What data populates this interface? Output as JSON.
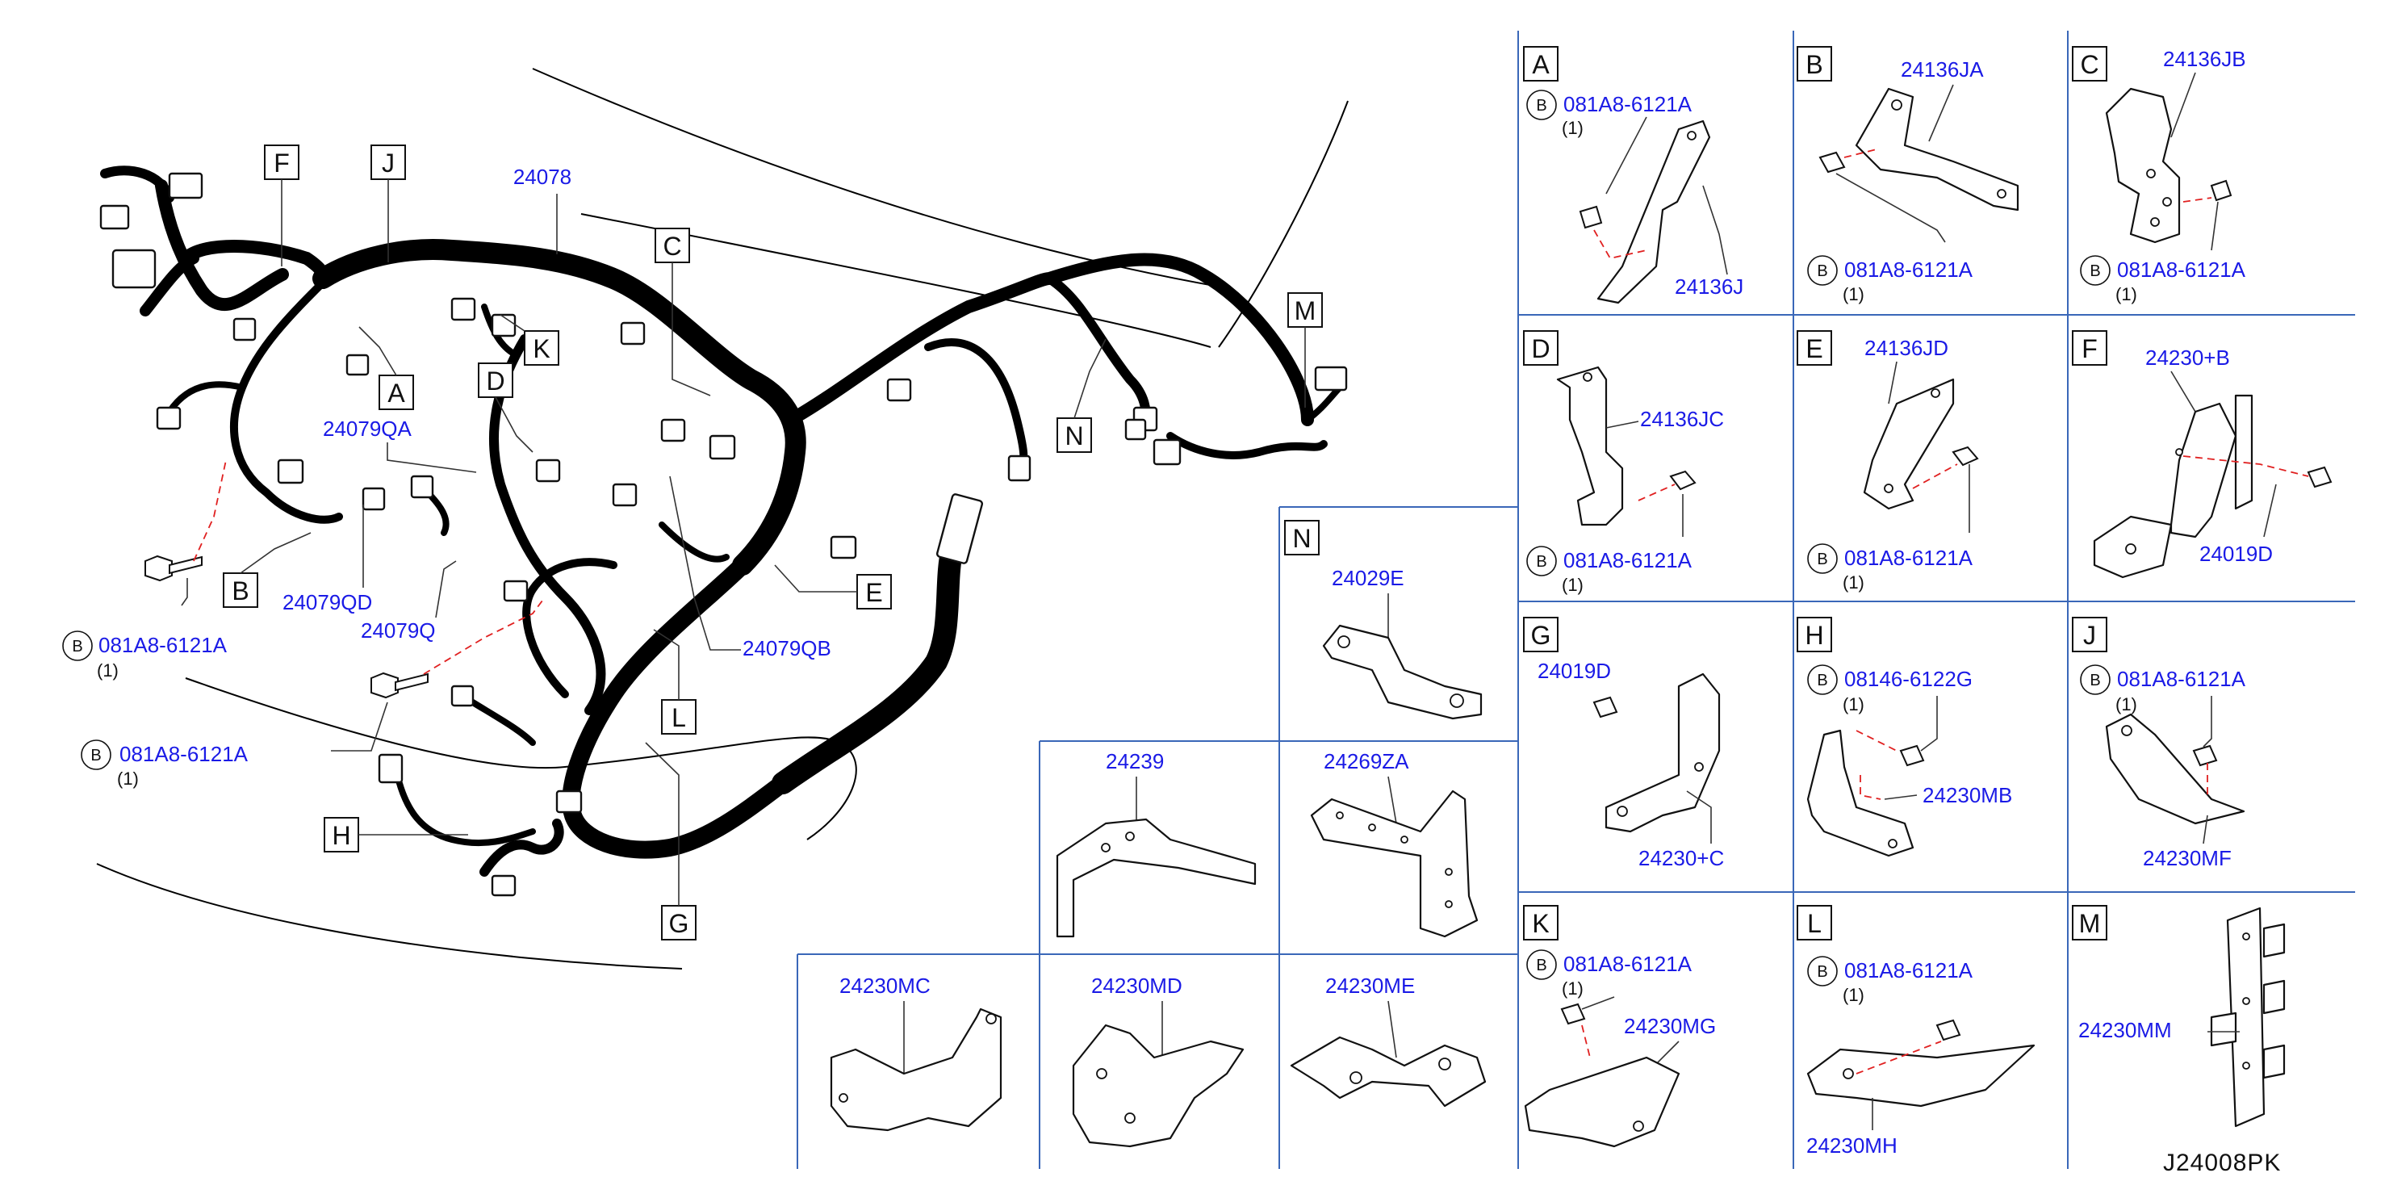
{
  "reference_code": "J24008PK",
  "main_view": {
    "callout_boxes": [
      "F",
      "J",
      "C",
      "A",
      "K",
      "D",
      "B",
      "E",
      "L",
      "H",
      "G",
      "M",
      "N"
    ],
    "part_labels": {
      "main_harness": "24078",
      "p_24079QA": "24079QA",
      "p_24079QD": "24079QD",
      "p_24079Q": "24079Q",
      "p_24079QB": "24079QB"
    },
    "bolts": [
      {
        "circle": "B",
        "part": "081A8-6121A",
        "qty": "(1)"
      },
      {
        "circle": "B",
        "part": "081A8-6121A",
        "qty": "(1)"
      }
    ]
  },
  "detail_cells": [
    {
      "letter": "A",
      "labels": [
        "081A8-6121A",
        "24136J"
      ],
      "bolt_circle": "B",
      "qty": "(1)"
    },
    {
      "letter": "B",
      "labels": [
        "24136JA",
        "081A8-6121A"
      ],
      "bolt_circle": "B",
      "qty": "(1)"
    },
    {
      "letter": "C",
      "labels": [
        "24136JB",
        "081A8-6121A"
      ],
      "bolt_circle": "B",
      "qty": "(1)"
    },
    {
      "letter": "D",
      "labels": [
        "24136JC",
        "081A8-6121A"
      ],
      "bolt_circle": "B",
      "qty": "(1)"
    },
    {
      "letter": "E",
      "labels": [
        "24136JD",
        "081A8-6121A"
      ],
      "bolt_circle": "B",
      "qty": "(1)"
    },
    {
      "letter": "F",
      "labels": [
        "24230+B",
        "24019D"
      ]
    },
    {
      "letter": "G",
      "labels": [
        "24019D",
        "24230+C"
      ]
    },
    {
      "letter": "H",
      "labels": [
        "08146-6122G",
        "24230MB"
      ],
      "bolt_circle": "B",
      "qty": "(1)"
    },
    {
      "letter": "J",
      "labels": [
        "081A8-6121A",
        "24230MF"
      ],
      "bolt_circle": "B",
      "qty": "(1)"
    },
    {
      "letter": "K",
      "labels": [
        "081A8-6121A",
        "24230MG"
      ],
      "bolt_circle": "B",
      "qty": "(1)"
    },
    {
      "letter": "L",
      "labels": [
        "081A8-6121A",
        "24230MH"
      ],
      "bolt_circle": "B",
      "qty": "(1)"
    },
    {
      "letter": "M",
      "labels": [
        "24230MM"
      ]
    },
    {
      "letter": "N",
      "labels": [
        "24029E"
      ]
    }
  ],
  "loose_parts": [
    "24239",
    "24269ZA",
    "24230MC",
    "24230MD",
    "24230ME"
  ],
  "colors": {
    "part_number": "#1a1ae6",
    "grid": "#3a67b8",
    "leader_dashed": "#e02020",
    "ink": "#111111"
  }
}
